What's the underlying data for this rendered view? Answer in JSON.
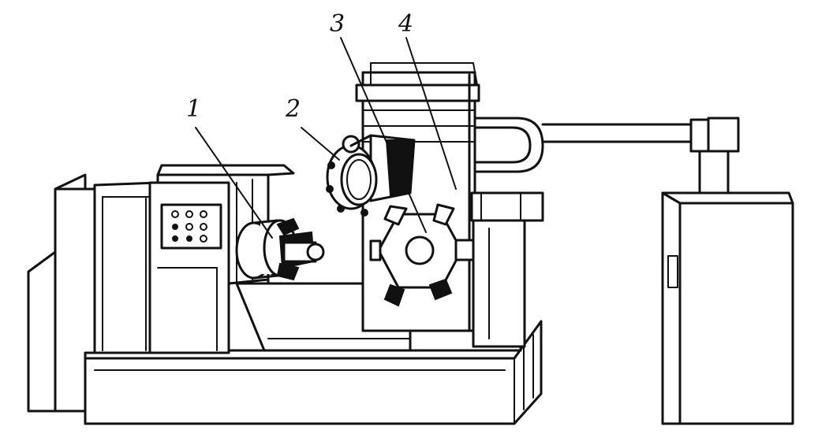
{
  "callouts": [
    {
      "id": "1",
      "label": "1"
    },
    {
      "id": "2",
      "label": "2"
    },
    {
      "id": "3",
      "label": "3"
    },
    {
      "id": "4",
      "label": "4"
    }
  ],
  "icons": [
    "chuck-icon",
    "gear-ring-icon",
    "turret-icon",
    "control-cabinet-icon"
  ],
  "colors": {
    "ink": "#111111",
    "paper": "#ffffff"
  }
}
